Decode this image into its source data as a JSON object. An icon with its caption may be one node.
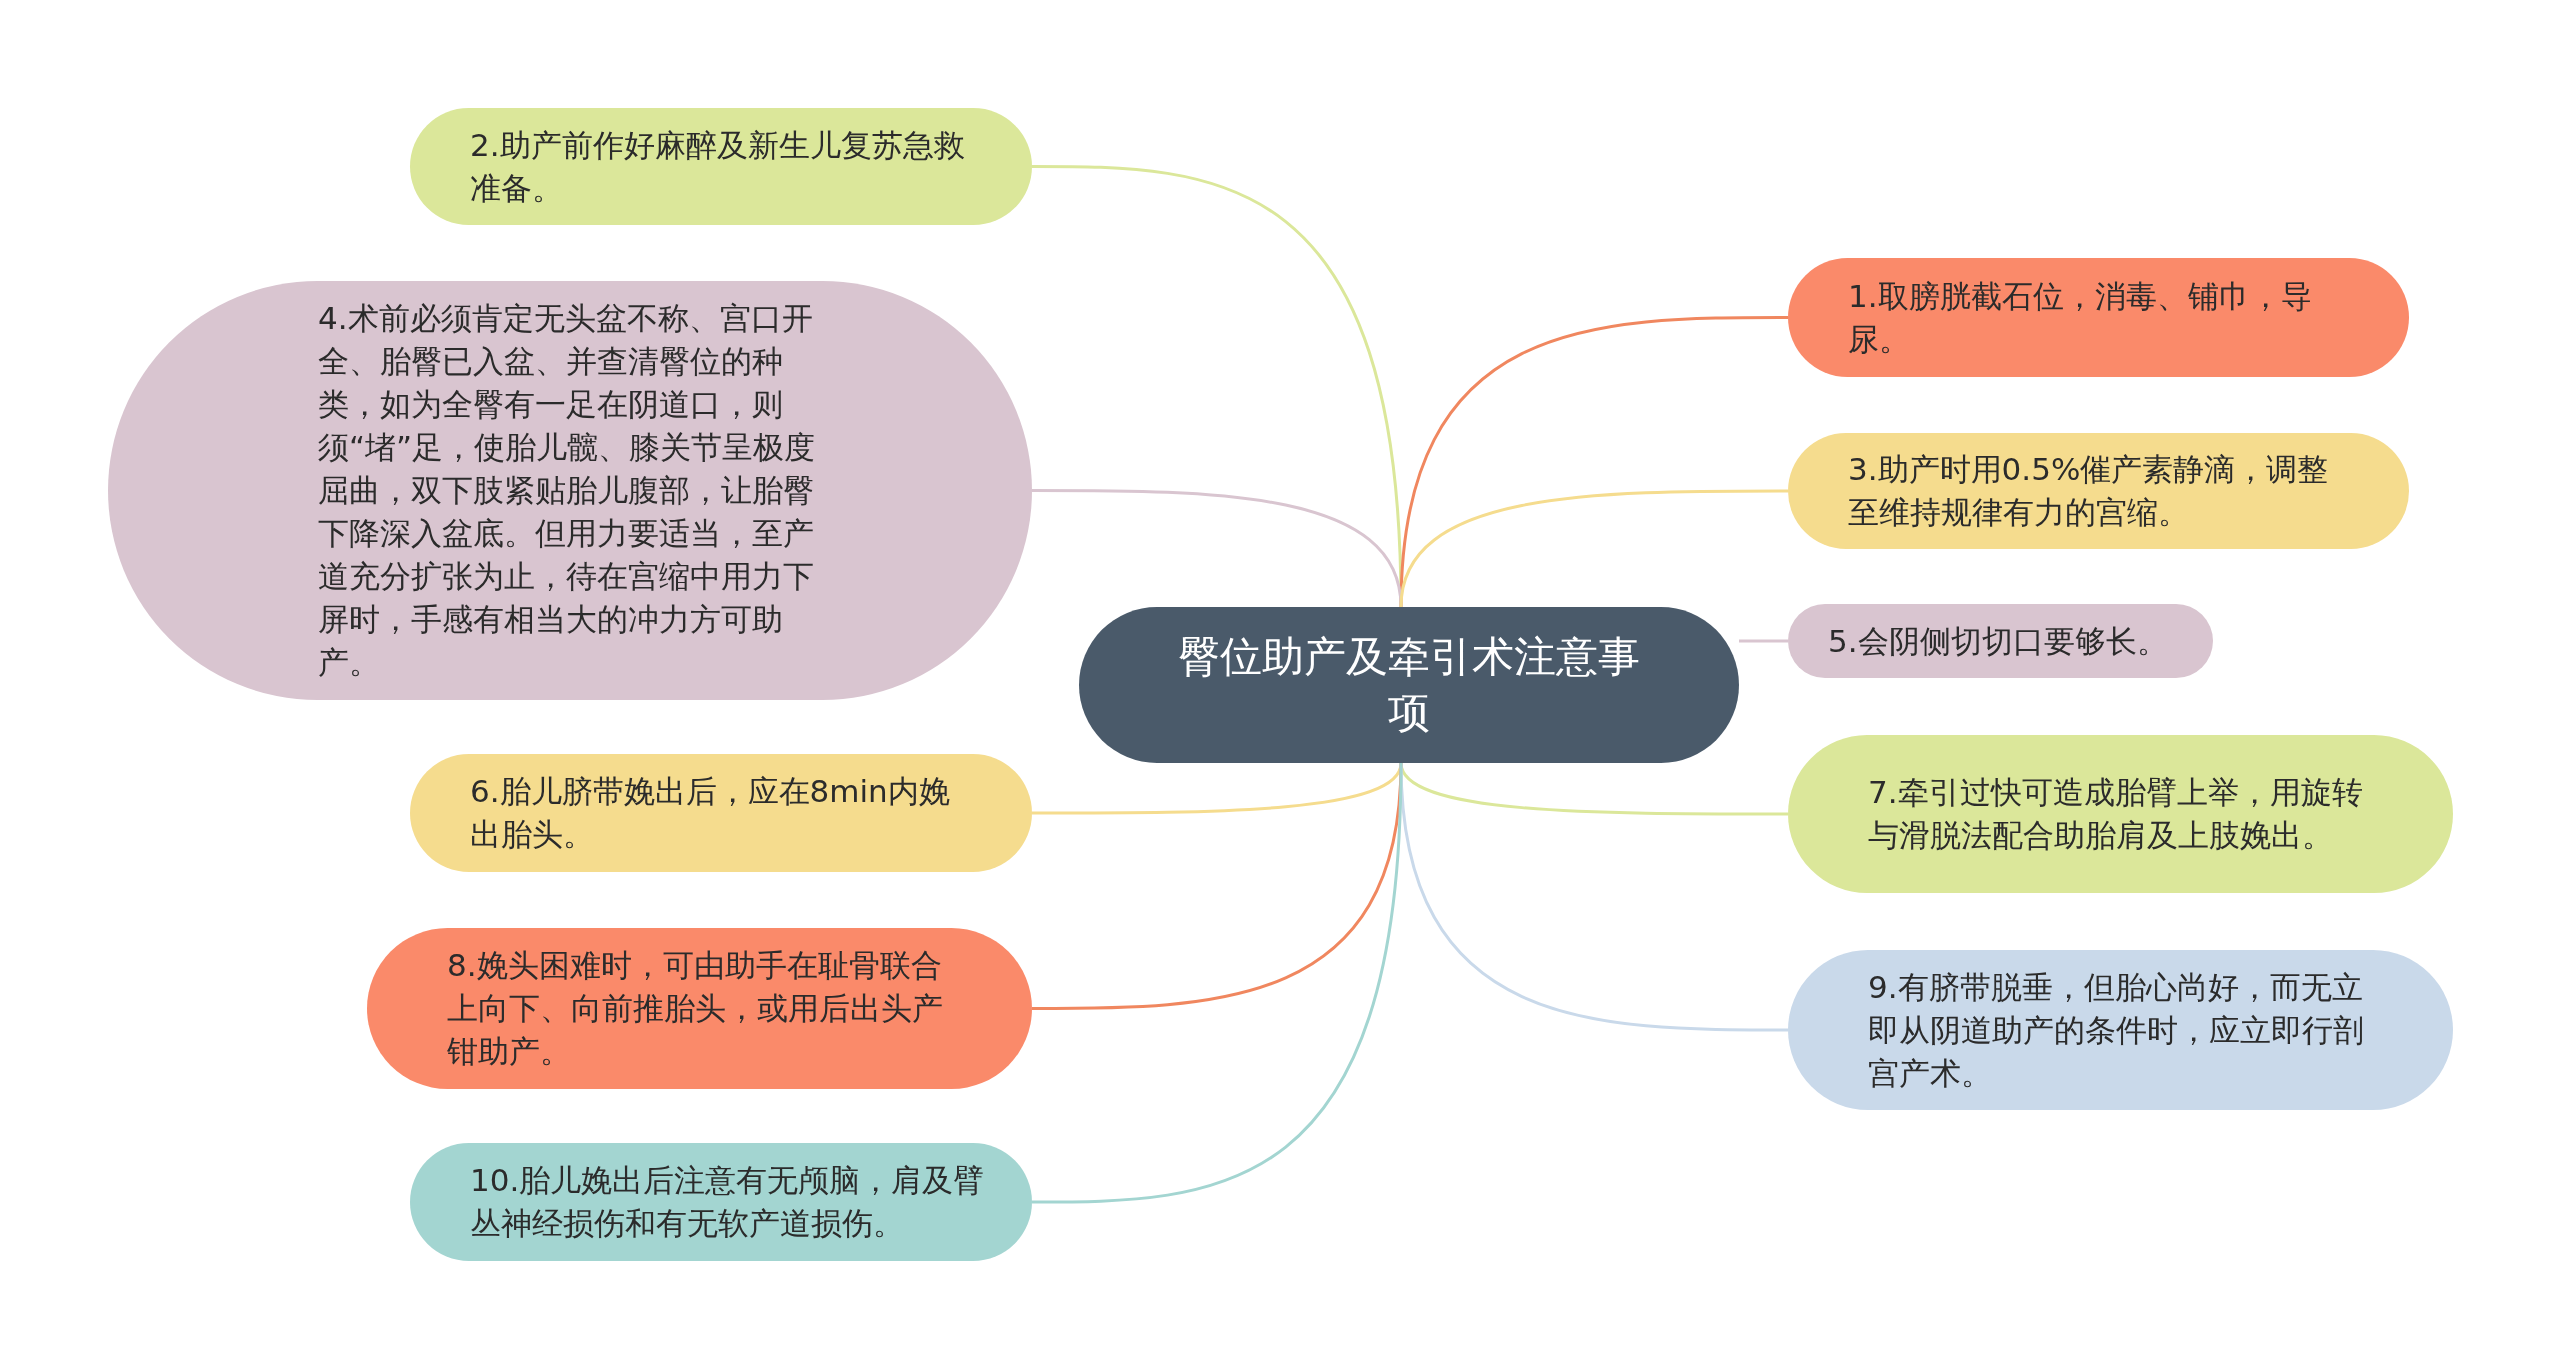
{
  "diagram": {
    "nodes": [
      {
        "text": [
          "臀位助产及牵引术注意事项"
        ]
      },
      {
        "text": [
          "2.助产前作好麻醉及新生儿复苏急救准备。"
        ]
      },
      {
        "text": [
          "1.取膀胱截石位，消毒、铺巾，导尿。"
        ]
      },
      {
        "text": [
          "4.术前必须肯定无头盆不称、宫口开全、胎臀已入盆、并查清臀位的种类，如为全臀有一足在阴道口，则须“堵”足，使胎儿髋、膝关节呈极度屈曲，双下肢紧贴胎儿腹部，让胎臀下降深入盆底。但用力要适当，至产道充分扩张为止，待在宫缩中用力下屏时，手感有相当大的冲力方可助产。"
        ]
      },
      {
        "text": [
          "3.助产时用0.5%催产素静滴，调整至维持规律有力的宫缩。"
        ]
      },
      {
        "text": [
          "5.会阴侧切切口要够长。"
        ]
      },
      {
        "text": [
          "6.胎儿脐带娩出后，应在8min内娩出胎头。"
        ]
      },
      {
        "text": [
          "7.牵引过快可造成胎臂上举，用旋转与滑脱法配合助胎肩及上肢娩出。"
        ]
      },
      {
        "text": [
          "8.娩头困难时，可由助手在耻骨联合上向下、向前推胎头，或用后出头产钳助产。"
        ]
      },
      {
        "text": [
          "9.有脐带脱垂，但胎心尚好，而无立即从阴道助产的条件时，应立即行剖宫产术。"
        ]
      },
      {
        "text": [
          "10.胎儿娩出后注意有无颅脑，肩及臂丛神经损伤和有无软产道损伤。"
        ]
      }
    ],
    "edges": [
      {
        "from": 0,
        "to": 1,
        "arrow": "none",
        "color": "#dbe79a"
      },
      {
        "from": 0,
        "to": 2,
        "arrow": "none",
        "color": "#f0875f"
      },
      {
        "from": 0,
        "to": 3,
        "arrow": "none",
        "color": "#d9c5d0"
      },
      {
        "from": 0,
        "to": 4,
        "arrow": "none",
        "color": "#f5dc8e"
      },
      {
        "from": 0,
        "to": 5,
        "arrow": "none",
        "color": "#d9c5d0"
      },
      {
        "from": 0,
        "to": 6,
        "arrow": "none",
        "color": "#f5dc8e"
      },
      {
        "from": 0,
        "to": 7,
        "arrow": "none",
        "color": "#dbe79a"
      },
      {
        "from": 0,
        "to": 8,
        "arrow": "none",
        "color": "#f0875f"
      },
      {
        "from": 0,
        "to": 9,
        "arrow": "none",
        "color": "#c9d9ea"
      },
      {
        "from": 0,
        "to": 10,
        "arrow": "none",
        "color": "#a3d5d1"
      }
    ]
  }
}
